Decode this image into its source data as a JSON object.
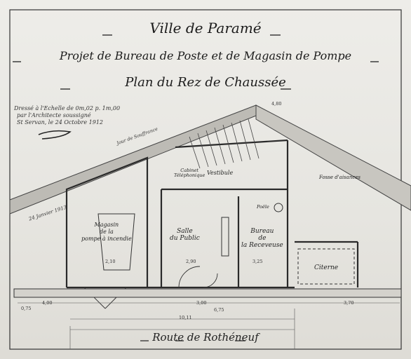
{
  "title": {
    "line1": "Ville de Paramé",
    "line2": "Projet de Bureau de Poste et de Magasin de Pompe",
    "line3": "Plan du Rez de Chaussée"
  },
  "note": {
    "scale": "Dressé à l'Echelle de 0m,02 p. 1m,00",
    "architect": "par l'Architecte soussigné",
    "date": "St Servan, le 24 Octobre 1912"
  },
  "stamp_date": "24 Janvier 1913",
  "labels": {
    "magasin": "Magasin\nde la\npompe à incendie",
    "salle": "Salle\ndu Public",
    "bureau": "Bureau\nde\nla Receveuse",
    "citerne": "Citerne",
    "cabinet": "Cabinet\nTéléphonique",
    "vestibule": "Vestibule",
    "fosse": "Fosse d'aisances",
    "poele": "Poële",
    "jour_souffrance": "Jour de Souffrance",
    "road": "Route de Rothéneuf"
  },
  "dimensions": {
    "d1": "4,80",
    "d2": "2,10",
    "d3": "2,90",
    "d4": "3,25",
    "d5": "6,75",
    "d6": "3,00",
    "d7": "4,00",
    "d8": "0,75",
    "d9": "10,11",
    "d10": "3,70"
  }
}
